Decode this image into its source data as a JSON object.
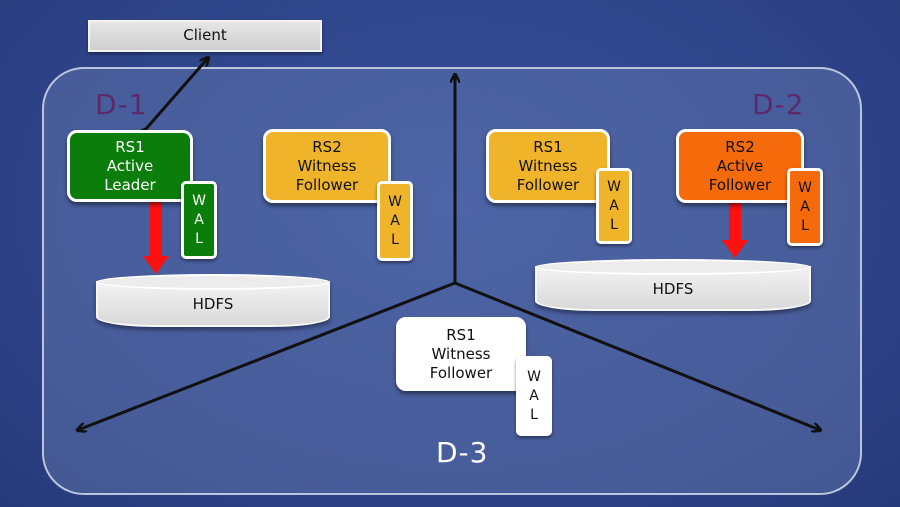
{
  "client": {
    "label": "Client"
  },
  "dc": {
    "d1": "D-1",
    "d2": "D-2",
    "d3": "D-3"
  },
  "nodes": {
    "d1_rs": {
      "lines": [
        "RS1",
        "Active",
        "Leader"
      ],
      "color": "#0b7d0b",
      "text_color": "#ffffff"
    },
    "d1_rs2": {
      "lines": [
        "RS2",
        "Witness",
        "Follower"
      ],
      "color": "#f0b42a",
      "text_color": "#111111"
    },
    "d2_rs1": {
      "lines": [
        "RS1",
        "Witness",
        "Follower"
      ],
      "color": "#f0b42a",
      "text_color": "#111111"
    },
    "d2_rs2": {
      "lines": [
        "RS2",
        "Active",
        "Follower"
      ],
      "color": "#f56a0a",
      "text_color": "#111111"
    },
    "d3_rs1": {
      "lines": [
        "RS1",
        "Witness",
        "Follower"
      ],
      "color": "#ffffff",
      "text_color": "#111111"
    }
  },
  "wal": {
    "letters": [
      "W",
      "A",
      "L"
    ]
  },
  "hdfs": {
    "label": "HDFS"
  },
  "colors": {
    "d1_label": "#5b2a6b",
    "d2_label": "#5b2a6b",
    "d3_label": "#ffffff",
    "arrow": "#111111",
    "write_arrow": "#ff1010"
  }
}
